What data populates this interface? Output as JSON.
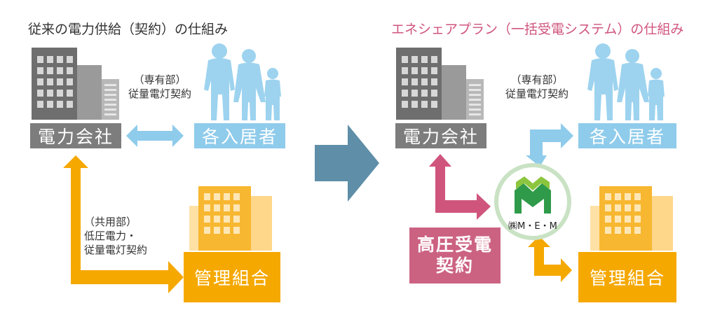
{
  "left_panel": {
    "title": "従来の電力供給（契約）の仕組み",
    "power_company": "電力会社",
    "residents": "各入居者",
    "management": "管理組合",
    "private_note": [
      "（専有部）",
      "従量電灯契約"
    ],
    "common_note": [
      "（共用部）",
      "低圧電力・",
      "従量電灯契約"
    ]
  },
  "right_panel": {
    "title": "エネシェアプラン（一括受電システム）の仕組み",
    "power_company": "電力会社",
    "residents": "各入居者",
    "management": "管理組合",
    "private_note": [
      "（専有部）",
      "従量電灯契約"
    ],
    "contract_box": [
      "高圧受電",
      "契約"
    ],
    "logo_text": "㈱M・E・M"
  },
  "colors": {
    "power_company_gray": "#7d7d7d",
    "residents_blue": "#8fcbeb",
    "management_orange": "#f5a800",
    "contract_pink": "#cc6282",
    "transition_arrow": "#5f8ea8",
    "right_title": "#d0557d",
    "logo_green": "#2f9a49",
    "logo_ring": "#c9e2c4"
  },
  "icons": [
    "office-building-icon",
    "family-silhouette-icon",
    "apartment-building-icon",
    "mem-logo-icon",
    "transition-arrow-icon"
  ]
}
